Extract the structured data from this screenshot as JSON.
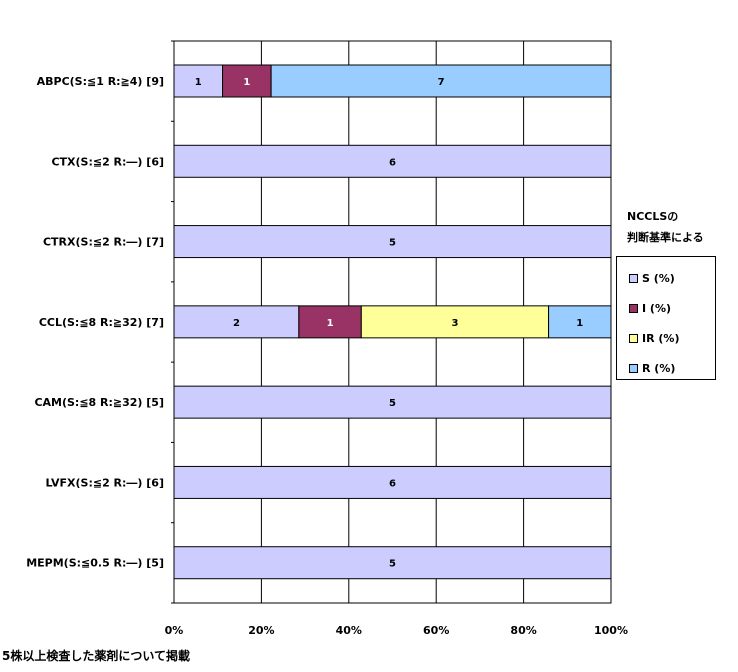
{
  "chart_data": {
    "type": "bar",
    "orientation": "horizontal",
    "stacked": "percent",
    "categories": [
      "ABPC(S:≦1 R:≧4) [9]",
      "CTX(S:≦2 R:―) [6]",
      "CTRX(S:≦2 R:―) [7]",
      "CCL(S:≦8 R:≧32) [7]",
      "CAM(S:≦8 R:≧32) [5]",
      "LVFX(S:≦2 R:―) [6]",
      "MEPM(S:≦0.5 R:―) [5]"
    ],
    "series": [
      {
        "name": "S (%)",
        "color": "#ccccff",
        "values": [
          1,
          6,
          5,
          2,
          5,
          6,
          5
        ]
      },
      {
        "name": "I (%)",
        "color": "#993366",
        "values": [
          1,
          0,
          0,
          1,
          0,
          0,
          0
        ]
      },
      {
        "name": "IR (%)",
        "color": "#ffff99",
        "values": [
          0,
          0,
          0,
          3,
          0,
          0,
          0
        ]
      },
      {
        "name": "R (%)",
        "color": "#99ccff",
        "values": [
          7,
          0,
          0,
          1,
          0,
          0,
          0
        ]
      }
    ],
    "x_ticks": [
      "0%",
      "20%",
      "40%",
      "60%",
      "80%",
      "100%"
    ],
    "xlim": [
      0,
      100
    ],
    "grid": true,
    "legend_title_lines": [
      "NCCLSの",
      "判断基準による"
    ],
    "legend_position": "right"
  },
  "footnote": "5株以上検査した薬剤について掲載"
}
